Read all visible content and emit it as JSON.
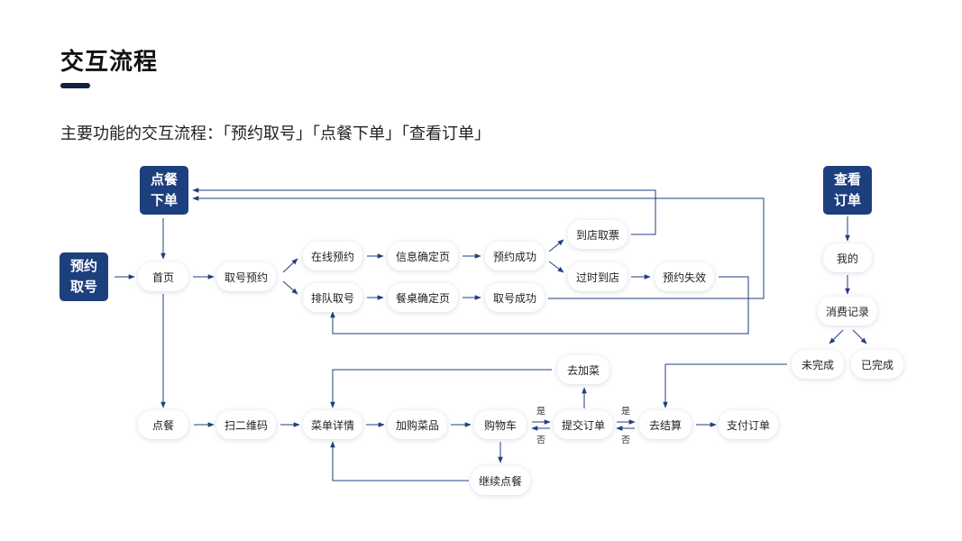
{
  "title": "交互流程",
  "subtitle": "主要功能的交互流程：「预约取号」「点餐下单」「查看订单」",
  "colors": {
    "accent": "#1c3f7d",
    "line": "#1f3f7f",
    "text": "#222222"
  },
  "entries": {
    "order": [
      "点餐",
      "下单"
    ],
    "reserve": [
      "预约",
      "取号"
    ],
    "view": [
      "查看",
      "订单"
    ]
  },
  "nodes": {
    "home": "首页",
    "take_number_reserve": "取号预约",
    "online_reserve": "在线预约",
    "queue_take_number": "排队取号",
    "info_confirm": "信息确定页",
    "table_confirm": "餐桌确定页",
    "reserve_success": "预约成功",
    "take_success": "取号成功",
    "pickup_ticket": "到店取票",
    "late_arrival": "过时到店",
    "reserve_invalid": "预约失效",
    "order_food": "点餐",
    "scan_qr": "扫二维码",
    "dish_detail": "菜单详情",
    "add_dish": "加购菜品",
    "cart": "购物车",
    "submit_order": "提交订单",
    "add_more": "去加菜",
    "checkout": "去结算",
    "pay_order": "支付订单",
    "continue_order": "继续点餐",
    "me": "我的",
    "consume_record": "消费记录",
    "incomplete": "未完成",
    "completed": "已完成"
  },
  "labels": {
    "yes": "是",
    "no": "否"
  }
}
